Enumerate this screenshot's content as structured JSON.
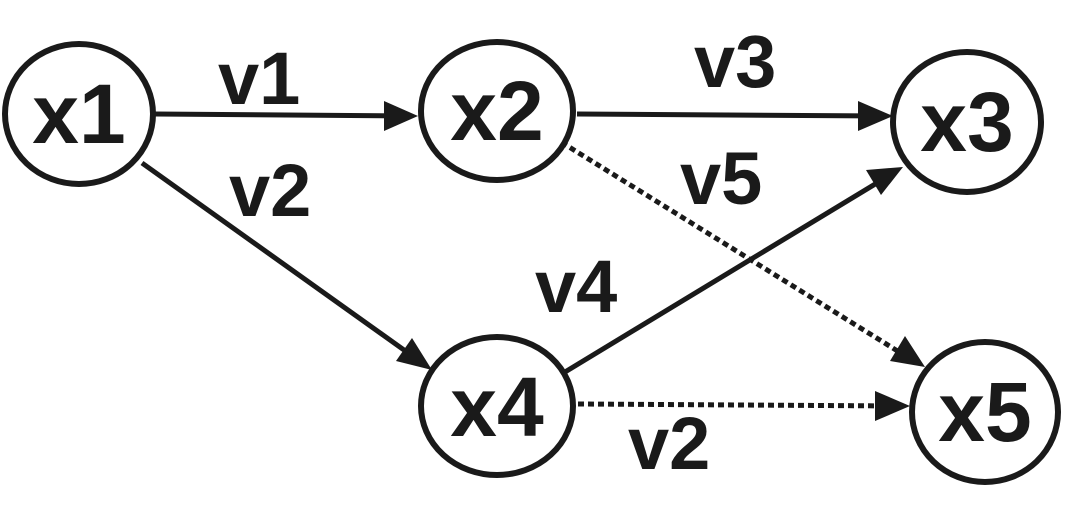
{
  "nodes": [
    {
      "id": "x1",
      "label": "x1"
    },
    {
      "id": "x2",
      "label": "x2"
    },
    {
      "id": "x3",
      "label": "x3"
    },
    {
      "id": "x4",
      "label": "x4"
    },
    {
      "id": "x5",
      "label": "x5"
    }
  ],
  "edges": [
    {
      "from": "x1",
      "to": "x2",
      "label": "v1",
      "style": "solid"
    },
    {
      "from": "x2",
      "to": "x3",
      "label": "v3",
      "style": "solid"
    },
    {
      "from": "x1",
      "to": "x4",
      "label": "v2",
      "style": "solid"
    },
    {
      "from": "x4",
      "to": "x3",
      "label": "v4",
      "style": "solid"
    },
    {
      "from": "x2",
      "to": "x5",
      "label": "v5",
      "style": "dotted"
    },
    {
      "from": "x4",
      "to": "x5",
      "label": "v2",
      "style": "dotted"
    }
  ],
  "colors": {
    "stroke": "#1a1a1a",
    "background": "#ffffff"
  }
}
